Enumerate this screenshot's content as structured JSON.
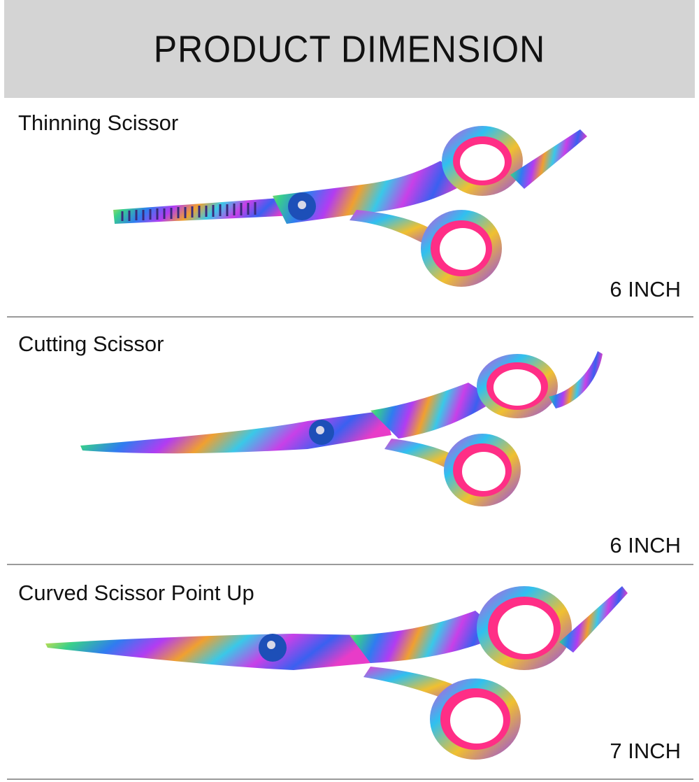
{
  "header": {
    "title": "PRODUCT DIMENSION"
  },
  "products": [
    {
      "name": "Thinning Scissor",
      "size": "6 INCH"
    },
    {
      "name": "Cutting Scissor",
      "size": "6 INCH"
    },
    {
      "name": "Curved Scissor Point Up",
      "size": "7 INCH"
    }
  ],
  "colors": {
    "header_bg": "#d4d4d4",
    "ring": "#ff2e86",
    "screw": "#1d4fb8"
  }
}
